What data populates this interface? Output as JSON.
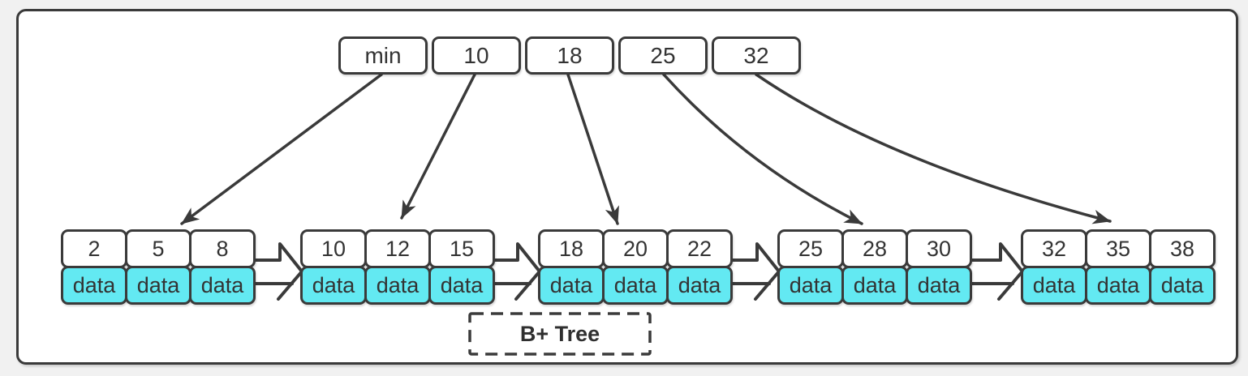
{
  "diagram": {
    "label": "B+ Tree",
    "root_keys": [
      "min",
      "10",
      "18",
      "25",
      "32"
    ],
    "leaves": [
      {
        "keys": [
          "2",
          "5",
          "8"
        ],
        "data": [
          "data",
          "data",
          "data"
        ]
      },
      {
        "keys": [
          "10",
          "12",
          "15"
        ],
        "data": [
          "data",
          "data",
          "data"
        ]
      },
      {
        "keys": [
          "18",
          "20",
          "22"
        ],
        "data": [
          "data",
          "data",
          "data"
        ]
      },
      {
        "keys": [
          "25",
          "28",
          "30"
        ],
        "data": [
          "data",
          "data",
          "data"
        ]
      },
      {
        "keys": [
          "32",
          "35",
          "38"
        ],
        "data": [
          "data",
          "data",
          "data"
        ]
      }
    ],
    "colors": {
      "border": "#3a3a3a",
      "text": "#333333",
      "leaf_data_fill": "#63e9f2",
      "node_fill": "#ffffff",
      "canvas_bg": "#f1f1f1",
      "frame_bg": "#ffffff"
    }
  }
}
